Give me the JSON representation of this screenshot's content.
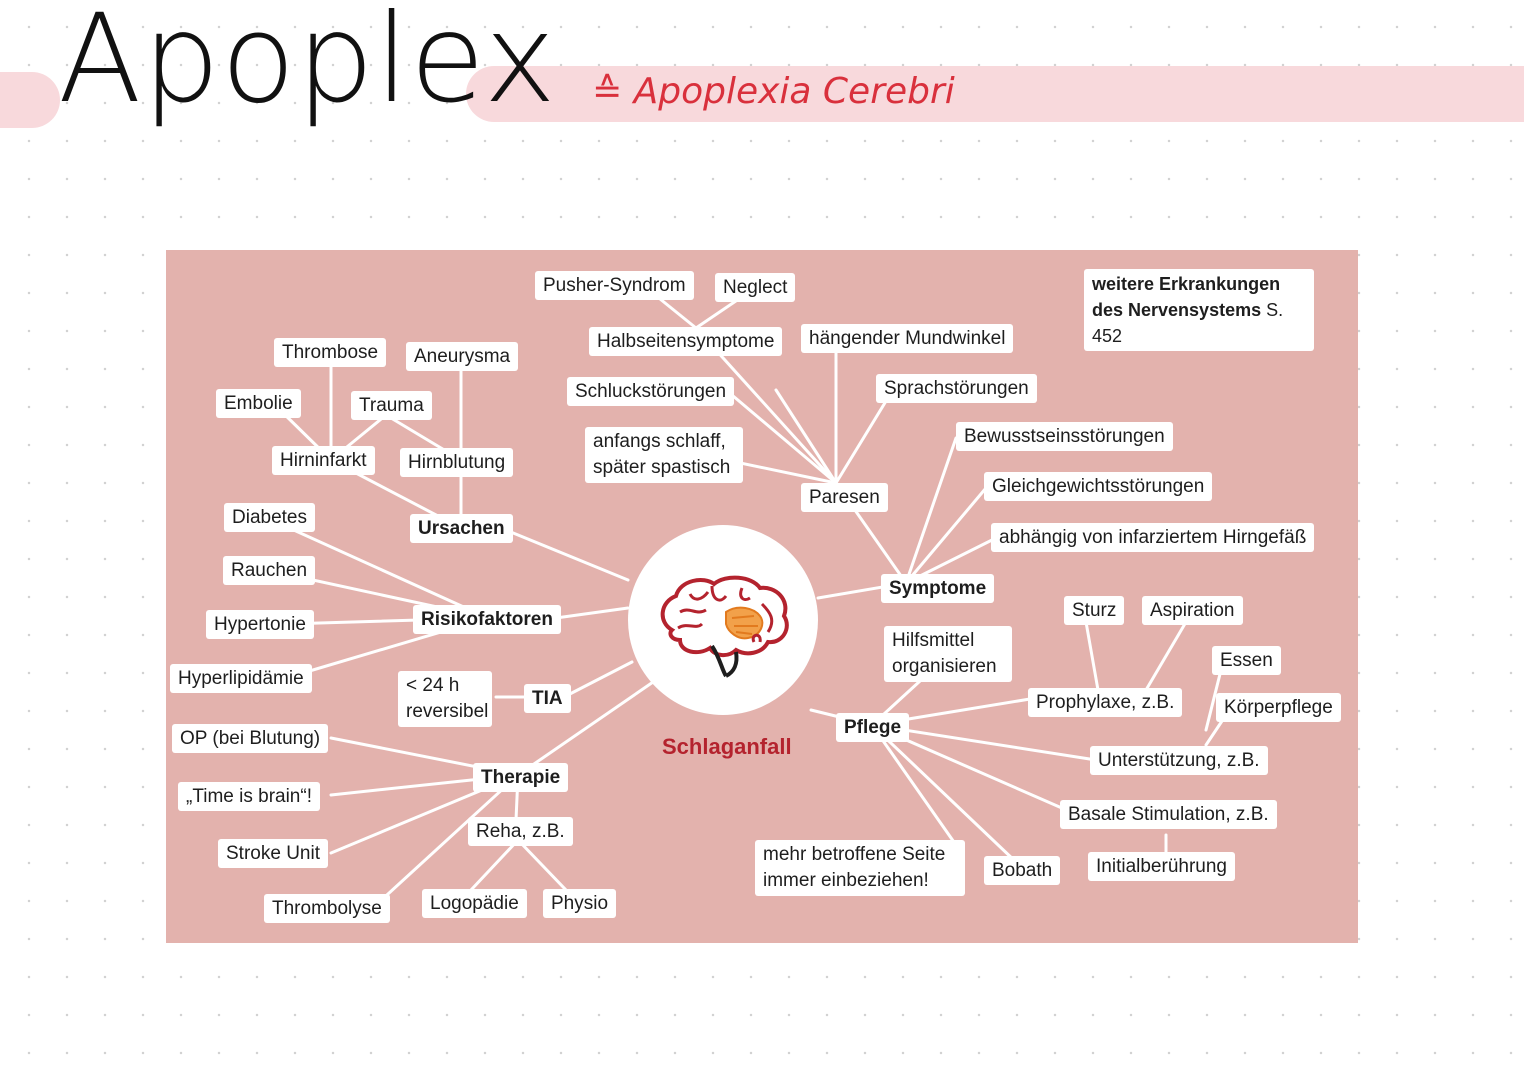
{
  "header": {
    "title": "Apoplex",
    "subtitle": "≙ Apoplexia Cerebri"
  },
  "colors": {
    "band": "#f8d9dc",
    "panel": "#e3b2ad",
    "subtitle": "#d9303c",
    "center_label": "#b4232e"
  },
  "center": {
    "label": "Schlaganfall",
    "icon": "brain-icon"
  },
  "reference": {
    "line1": "weitere Erkrankungen",
    "line2_bold": "des Nervensystems",
    "line2_page": " S. 452"
  },
  "causes": {
    "hub": "Ursachen",
    "thrombose": "Thrombose",
    "aneurysma": "Aneurysma",
    "embolie": "Embolie",
    "trauma": "Trauma",
    "hirninfarkt": "Hirninfarkt",
    "hirnblutung": "Hirnblutung"
  },
  "risks": {
    "hub": "Risikofaktoren",
    "items": [
      "Diabetes",
      "Rauchen",
      "Hypertonie",
      "Hyperlipidämie"
    ]
  },
  "tia": {
    "hub": "TIA",
    "line1": "< 24 h",
    "line2": "reversibel"
  },
  "therapy": {
    "hub": "Therapie",
    "op": "OP (bei Blutung)",
    "time": "„Time is brain“!",
    "stroke_unit": "Stroke Unit",
    "thrombolyse": "Thrombolyse",
    "reha": "Reha, z.B.",
    "logopaedie": "Logopädie",
    "physio": "Physio"
  },
  "symptoms": {
    "hub": "Symptome",
    "pusher": "Pusher-Syndrom",
    "neglect": "Neglect",
    "halbseiten": "Halbseitensymptome",
    "schluck": "Schluckstörungen",
    "schlaff_line1": "anfangs schlaff,",
    "schlaff_line2": "später spastisch",
    "paresen": "Paresen",
    "mundwinkel": "hängender Mundwinkel",
    "sprach": "Sprachstörungen",
    "bewusstsein": "Bewusstseinsstörungen",
    "gleichgewicht": "Gleichgewichtsstörungen",
    "abhaengig": "abhängig von infarziertem Hirngefäß"
  },
  "care": {
    "hub": "Pflege",
    "hilfsmittel_line1": "Hilfsmittel",
    "hilfsmittel_line2": "organisieren",
    "prophylaxe": "Prophylaxe, z.B.",
    "sturz": "Sturz",
    "aspiration": "Aspiration",
    "essen": "Essen",
    "koerperpflege": "Körperpflege",
    "unterstuetzung": "Unterstützung, z.B.",
    "basale": "Basale Stimulation, z.B.",
    "initial": "Initialberührung",
    "bobath": "Bobath",
    "seite_line1": "mehr betroffene Seite",
    "seite_line2": "immer einbeziehen!"
  }
}
